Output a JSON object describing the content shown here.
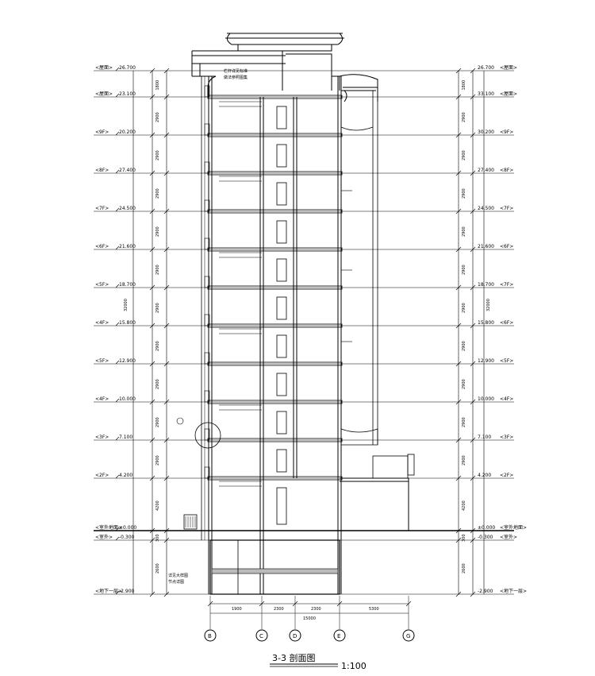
{
  "title": "3-3 剖面图",
  "scale": "1:100",
  "floors_left": [
    {
      "label": "<屋面>",
      "elev": "26.700"
    },
    {
      "label": "<屋面>",
      "elev": "23.100"
    },
    {
      "label": "<9F>",
      "elev": "20.200"
    },
    {
      "label": "<8F>",
      "elev": "27.400"
    },
    {
      "label": "<7F>",
      "elev": "24.500"
    },
    {
      "label": "<6F>",
      "elev": "21.600"
    },
    {
      "label": "<5F>",
      "elev": "18.700"
    },
    {
      "label": "<4F>",
      "elev": "15.800"
    },
    {
      "label": "<5F>",
      "elev": "12.900"
    },
    {
      "label": "<4F>",
      "elev": "10.000"
    },
    {
      "label": "<3F>",
      "elev": "7.100"
    },
    {
      "label": "<2F>",
      "elev": "4.200"
    },
    {
      "label": "<室外地面>",
      "elev": "±0.000"
    },
    {
      "label": "<室外>",
      "elev": "-0.300"
    },
    {
      "label": "<地下一层>",
      "elev": "-2.900"
    }
  ],
  "floors_right": [
    {
      "label": "<屋面>",
      "elev": "26.700"
    },
    {
      "label": "<屋面>",
      "elev": "33.100"
    },
    {
      "label": "<9F>",
      "elev": "30.200"
    },
    {
      "label": "<8F>",
      "elev": "27.400"
    },
    {
      "label": "<7F>",
      "elev": "24.500"
    },
    {
      "label": "<6F>",
      "elev": "21.600"
    },
    {
      "label": "<7F>",
      "elev": "18.700"
    },
    {
      "label": "<6F>",
      "elev": "15.800"
    },
    {
      "label": "<5F>",
      "elev": "12.900"
    },
    {
      "label": "<4F>",
      "elev": "10.000"
    },
    {
      "label": "<3F>",
      "elev": "7.100"
    },
    {
      "label": "<2F>",
      "elev": "4.200"
    },
    {
      "label": "<室外地面>",
      "elev": "±0.000"
    },
    {
      "label": "<室外>",
      "elev": "-0.300"
    },
    {
      "label": "<地下一层>",
      "elev": "-2.900"
    }
  ],
  "floor_heights": [
    "1800",
    "2900",
    "2900",
    "2900",
    "2900",
    "2900",
    "2900",
    "2900",
    "2900",
    "2900",
    "2900",
    "4200",
    "300",
    "2600"
  ],
  "total_height": "32000",
  "axes": [
    "B",
    "C",
    "D",
    "E",
    "G"
  ],
  "bay_dims": [
    "1900",
    "2300",
    "2300",
    "5300"
  ],
  "total_dim": "15000",
  "notes": [
    "栏杆详见标准",
    "做法参照图集",
    "详见大样图",
    "节点详图"
  ]
}
